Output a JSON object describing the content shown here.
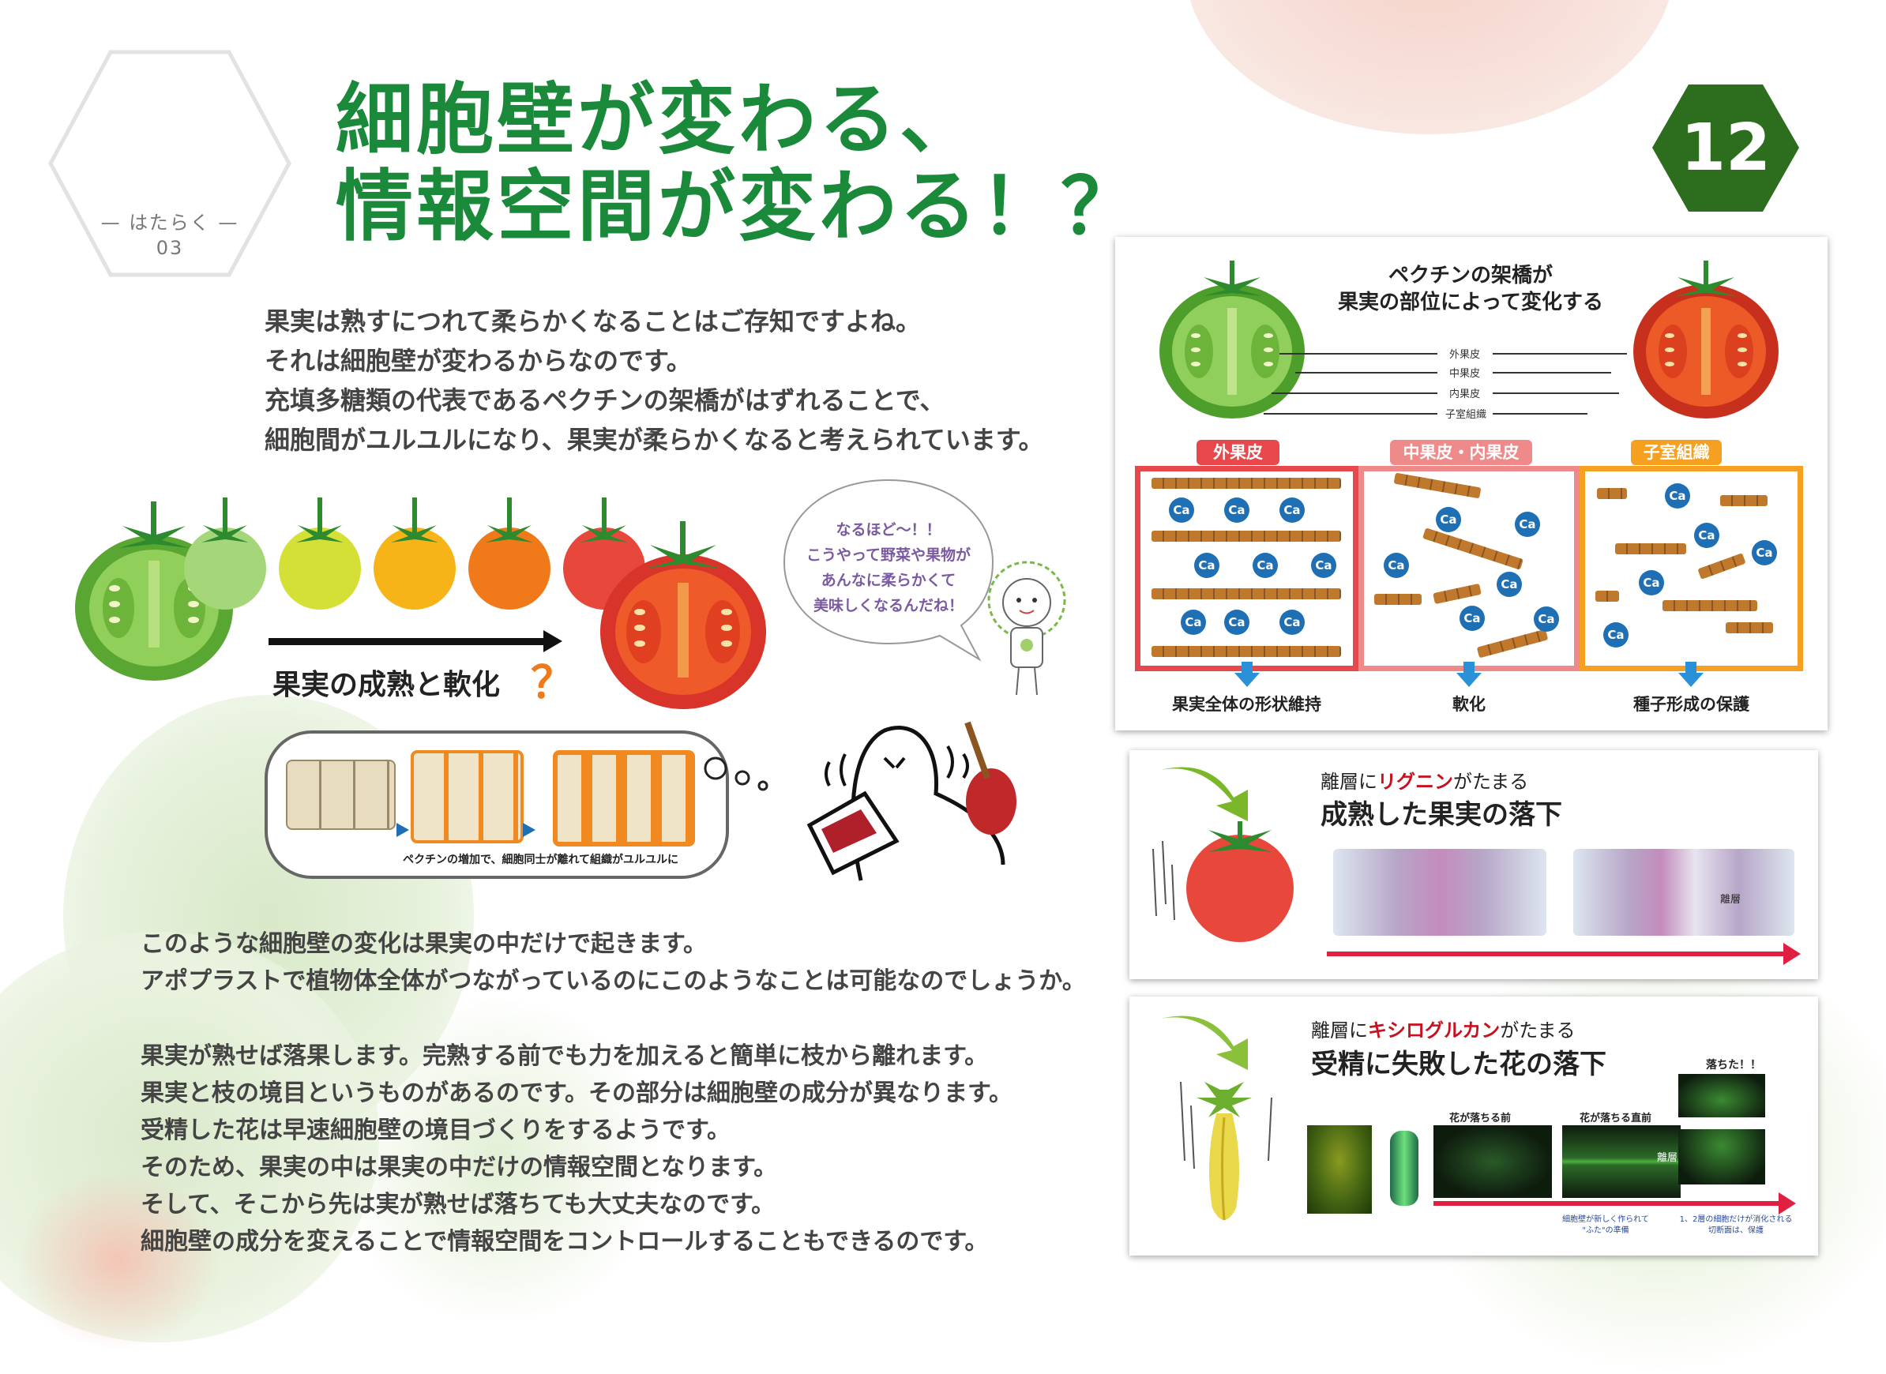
{
  "badge": {
    "label": "— はたらく —",
    "number": "03"
  },
  "title": {
    "line1": "細胞壁が変わる、",
    "line2": "情報空間が変わる！？"
  },
  "page_number": "12",
  "intro": [
    "果実は熟すにつれて柔らかくなることはご存知ですよね。",
    "それは細胞壁が変わるからなのです。",
    "充填多糖類の代表であるペクチンの架橋がはずれることで、",
    "細胞間がユルユルになり、果実が柔らかくなると考えられています。"
  ],
  "ripening": {
    "label": "果実の成熟と軟化",
    "question_mark": "？"
  },
  "speech": [
    "なるほど〜！！",
    "こうやって野菜や果物が",
    "あんなに柔らかくて",
    "美味しくなるんだね！"
  ],
  "cells_caption": "ペクチンの増加で、細胞同士が離れて組織がユルユルに",
  "body_p1": [
    "このような細胞壁の変化は果実の中だけで起きます。",
    "アポプラストで植物体全体がつながっているのにこのようなことは可能なのでしょうか。"
  ],
  "body_p2": [
    "果実が熟せば落果します。完熟する前でも力を加えると簡単に枝から離れます。",
    "果実と枝の境目というものがあるのです。その部分は細胞壁の成分が異なります。",
    "受精した花は早速細胞壁の境目づくりをするようです。",
    "そのため、果実の中は果実の中だけの情報空間となります。",
    "そして、そこから先は実が熟せば落ちても大丈夫なのです。",
    "細胞壁の成分を変えることで情報空間をコントロールすることもできるのです。"
  ],
  "pectin_panel": {
    "title_line1": "ペクチンの架橋が",
    "title_line2": "果実の部位によって変化する",
    "layers": [
      "外果皮",
      "中果皮",
      "内果皮",
      "子室組織"
    ],
    "columns": [
      {
        "tag": "外果皮",
        "caption": "果実全体の形状維持",
        "color": "#e8474c"
      },
      {
        "tag": "中果皮・内果皮",
        "caption": "軟化",
        "color": "#ee8a8a"
      },
      {
        "tag": "子室組織",
        "caption": "種子形成の保護",
        "color": "#f5a020"
      }
    ],
    "ca_label": "Ca"
  },
  "fruit_drop": {
    "sub_prefix": "離層に",
    "sub_highlight": "リグニン",
    "sub_suffix": "がたまる",
    "heading": "成熟した果実の落下",
    "layer_label": "離層"
  },
  "flower_drop": {
    "sub_prefix": "離層に",
    "sub_highlight": "キシログルカン",
    "sub_suffix": "がたまる",
    "heading": "受精に失敗した花の落下",
    "fallen": "落ちた！！",
    "before": "花が落ちる前",
    "just_before": "花が落ちる直前",
    "layer_label": "離層",
    "note1_line1": "細胞壁が新しく作られて",
    "note1_line2": "\"ふた\"の準備",
    "note2_line1": "1、2層の細胞だけが消化される",
    "note2_line2": "切断面は、保護"
  },
  "colors": {
    "title_green": "#1a8a3a",
    "page_hex": "#2c6e1e",
    "accent_red": "#e02040",
    "accent_blue": "#1f6fb5"
  }
}
